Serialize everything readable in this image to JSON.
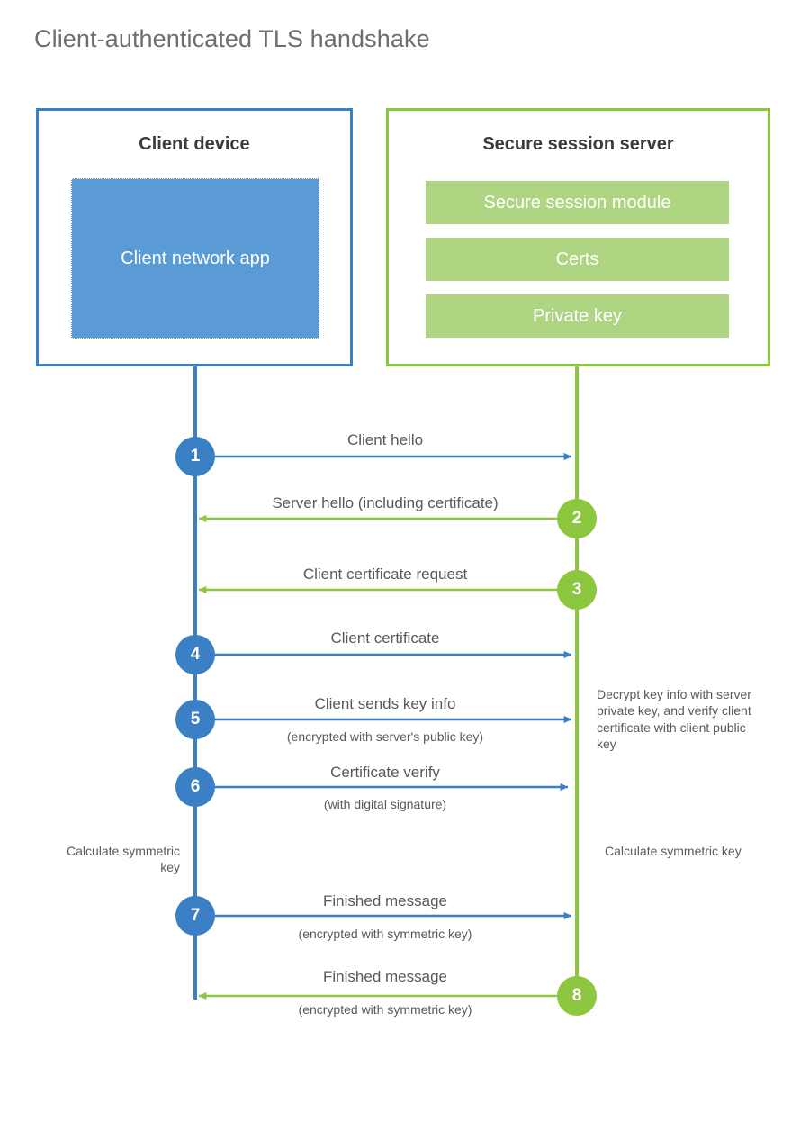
{
  "page": {
    "title": "Client-authenticated TLS handshake"
  },
  "colors": {
    "client_blue": "#3b7fc4",
    "client_app_blue": "#5b9bd5",
    "server_green": "#8dc63f",
    "server_bar_green": "#aed581",
    "text_gray": "#58595b",
    "title_gray": "#6d6e71",
    "heading_dark": "#3b3b3d",
    "background": "#ffffff"
  },
  "actors": {
    "client": {
      "title": "Client device",
      "app_label": "Client network app"
    },
    "server": {
      "title": "Secure session server",
      "modules": [
        {
          "label": "Secure session module"
        },
        {
          "label": "Certs"
        },
        {
          "label": "Private key"
        }
      ]
    }
  },
  "steps": [
    {
      "number": "1",
      "label": "Client hello",
      "sublabel": "",
      "direction": "client-to-server",
      "color": "blue"
    },
    {
      "number": "2",
      "label": "Server hello (including certificate)",
      "sublabel": "",
      "direction": "server-to-client",
      "color": "green"
    },
    {
      "number": "3",
      "label": "Client certificate request",
      "sublabel": "",
      "direction": "server-to-client",
      "color": "green"
    },
    {
      "number": "4",
      "label": "Client certificate",
      "sublabel": "",
      "direction": "client-to-server",
      "color": "blue"
    },
    {
      "number": "5",
      "label": "Client sends key info",
      "sublabel": "(encrypted with server's public key)",
      "direction": "client-to-server",
      "color": "blue"
    },
    {
      "number": "6",
      "label": "Certificate verify",
      "sublabel": "(with digital signature)",
      "direction": "client-to-server",
      "color": "blue"
    },
    {
      "number": "7",
      "label": "Finished message",
      "sublabel": "(encrypted with symmetric key)",
      "direction": "client-to-server",
      "color": "blue"
    },
    {
      "number": "8",
      "label": "Finished message",
      "sublabel": "(encrypted with symmetric key)",
      "direction": "server-to-client",
      "color": "green"
    }
  ],
  "notes": {
    "client_calculate": "Calculate symmetric key",
    "server_decrypt": "Decrypt key info with server private key, and verify client certificate with client public key",
    "server_calculate": "Calculate symmetric key"
  }
}
